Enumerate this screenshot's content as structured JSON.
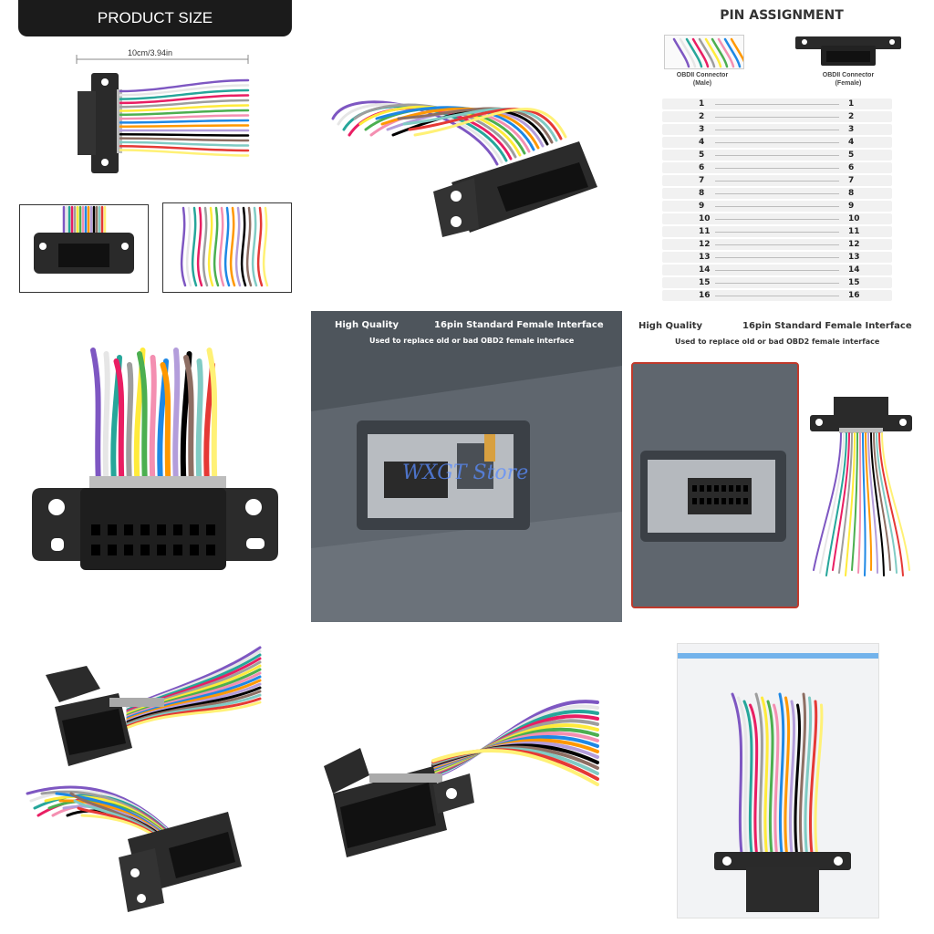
{
  "product_size": {
    "title": "PRODUCT SIZE",
    "dimension": "10cm/3.94in"
  },
  "pin_assignment": {
    "title": "PIN ASSIGNMENT",
    "male_label": "OBDII Connector\n(Male)",
    "female_label": "OBDII Connector\n(Female)",
    "pins": [
      "1",
      "2",
      "3",
      "4",
      "5",
      "6",
      "7",
      "8",
      "9",
      "10",
      "11",
      "12",
      "13",
      "14",
      "15",
      "16"
    ]
  },
  "install_panels": [
    {
      "heading_left": "High Quality",
      "heading_right": "16pin Standard Female Interface",
      "subheading": "Used to replace old or bad OBD2 female interface"
    },
    {
      "heading_left": "High Quality",
      "heading_right": "16pin Standard Female Interface",
      "subheading": "Used to replace old or bad OBD2 female interface"
    }
  ],
  "watermark": "WXGT Store",
  "colors": {
    "title_bar": "#1b1b1b",
    "connector": "#2a2a2a",
    "photo_bg": "#5a6068",
    "highlight_border": "#c0392b"
  },
  "wire_colors": [
    "#7e57c2",
    "#ffffff",
    "#26a69a",
    "#e91e63",
    "#9e9e9e",
    "#ffeb3b",
    "#4caf50",
    "#f48fb1",
    "#1e88e5",
    "#ff9800",
    "#b39ddb",
    "#000000",
    "#8d6e63",
    "#80cbc4",
    "#e53935",
    "#fff176"
  ]
}
